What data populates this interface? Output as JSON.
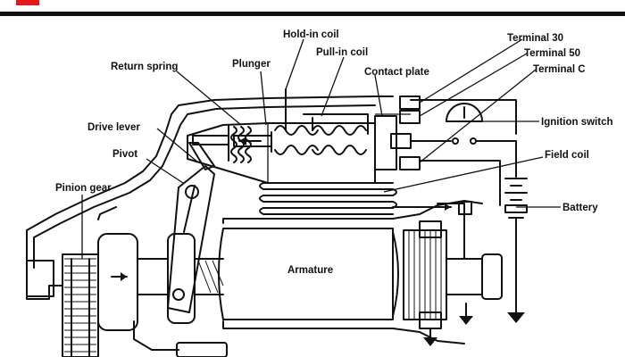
{
  "labels": {
    "hold_in_coil": "Hold-in coil",
    "terminal_30": "Terminal 30",
    "terminal_50": "Terminal 50",
    "terminal_c": "Terminal C",
    "return_spring": "Return spring",
    "plunger": "Plunger",
    "pull_in_coil": "Pull-in coil",
    "contact_plate": "Contact plate",
    "ignition_switch": "Ignition switch",
    "drive_lever": "Drive lever",
    "pivot": "Pivot",
    "field_coil": "Field coil",
    "pinion_gear": "Pinion gear",
    "battery": "Battery",
    "armature": "Armature"
  },
  "colors": {
    "line": "#111111",
    "accent": "#e0191b",
    "background": "#ffffff"
  }
}
